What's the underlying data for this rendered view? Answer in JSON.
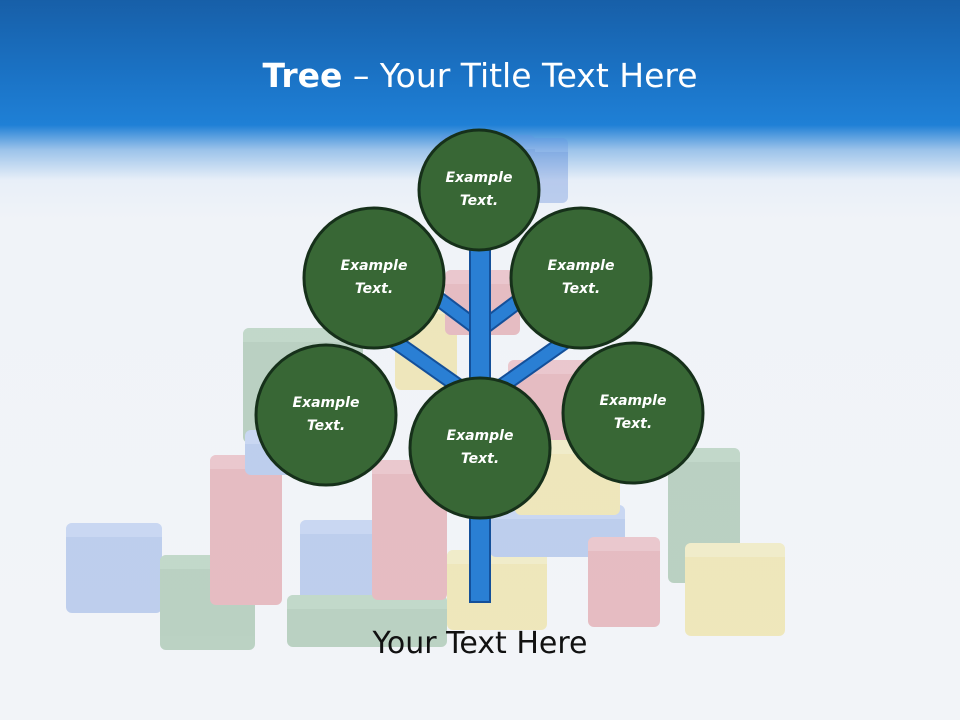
{
  "header": {
    "title_bold": "Tree",
    "title_separator": " – ",
    "title_rest": "Your Title Text Here"
  },
  "tree": {
    "nodes": [
      {
        "id": "top",
        "line1": "Example",
        "line2": "Text."
      },
      {
        "id": "upper-left",
        "line1": "Example",
        "line2": "Text."
      },
      {
        "id": "upper-right",
        "line1": "Example",
        "line2": "Text."
      },
      {
        "id": "lower-left",
        "line1": "Example",
        "line2": "Text."
      },
      {
        "id": "center",
        "line1": "Example",
        "line2": "Text."
      },
      {
        "id": "lower-right",
        "line1": "Example",
        "line2": "Text."
      }
    ]
  },
  "footer": {
    "text": "Your Text Here"
  },
  "colors": {
    "header_blue": "#1b74c7",
    "node_fill": "#386735",
    "node_border": "#16301a",
    "trunk_fill": "#2a7fd4",
    "trunk_border": "#14509a",
    "block_blue": "#3b6ed1",
    "block_green": "#2e7a3a",
    "block_red": "#c9303a",
    "block_yellow": "#e8c820"
  }
}
